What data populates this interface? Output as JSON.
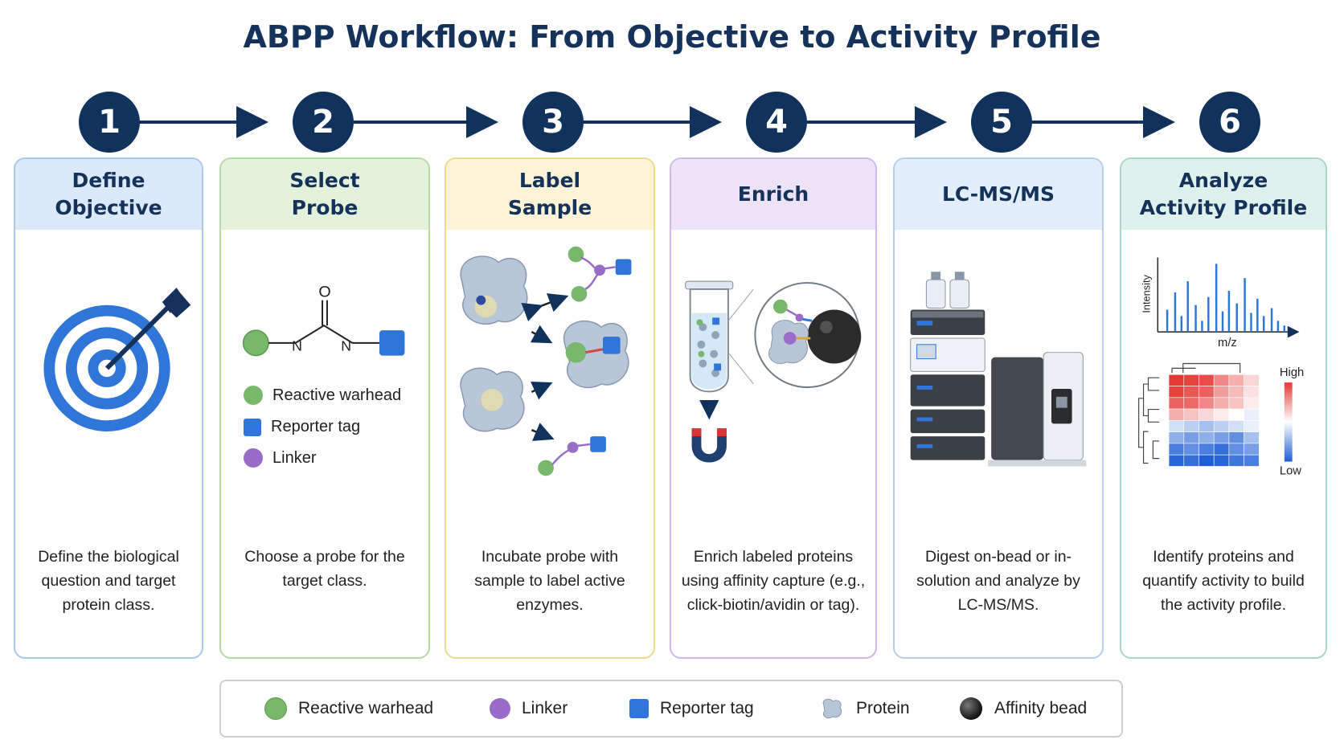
{
  "title": "ABPP Workflow: From Objective to Activity Profile",
  "steps": [
    {
      "number": "1",
      "heading": "Define\nObjective",
      "description": "Define the biological question and target protein class.",
      "color": "#dbe9fb",
      "border": "#a9c8ec"
    },
    {
      "number": "2",
      "heading": "Select\nProbe",
      "description": "Choose a probe for the target class.",
      "color": "#e4f2dc",
      "border": "#b7d9a6"
    },
    {
      "number": "3",
      "heading": "Label\nSample",
      "description": "Incubate probe with sample to label active enzymes.",
      "color": "#fdf3d6",
      "border": "#efd98d"
    },
    {
      "number": "4",
      "heading": "Enrich",
      "description": "Enrich labeled proteins using affinity capture (e.g., click-biotin/avidin or tag).",
      "color": "#ece3f8",
      "border": "#cdb9ec"
    },
    {
      "number": "5",
      "heading": "LC-MS/MS",
      "description": "Digest on-bead or in-solution and analyze by LC-MS/MS.",
      "color": "#e2eefb",
      "border": "#b5cfee"
    },
    {
      "number": "6",
      "heading": "Analyze\nActivity Profile",
      "description": "Identify proteins and quantify activity to build the activity profile.",
      "color": "#dff1ec",
      "border": "#a9d6c9"
    }
  ],
  "probe_structure": {
    "oxygen": "O",
    "nitrogen": "N"
  },
  "probe_legend": [
    {
      "label": "Reactive warhead",
      "shape": "circle",
      "color": "#77b86b"
    },
    {
      "label": "Reporter tag",
      "shape": "square",
      "color": "#2f76d8"
    },
    {
      "label": "Linker",
      "shape": "circle",
      "color": "#9a6cc9"
    }
  ],
  "spectrum": {
    "ylabel": "Intensity",
    "xlabel": "m/z"
  },
  "heatmap": {
    "high_label": "High",
    "low_label": "Low",
    "high_color": "#e53935",
    "low_color": "#1e5fd6"
  },
  "legend": [
    {
      "label": "Reactive warhead",
      "shape": "circle",
      "color": "#77b86b"
    },
    {
      "label": "Linker",
      "shape": "circle",
      "color": "#9a6cc9"
    },
    {
      "label": "Reporter tag",
      "shape": "square",
      "color": "#2f76d8"
    },
    {
      "label": "Protein",
      "shape": "protein",
      "color": "#b8c6d8"
    },
    {
      "label": "Affinity bead",
      "shape": "bead",
      "color": "#2b2b2b"
    }
  ]
}
